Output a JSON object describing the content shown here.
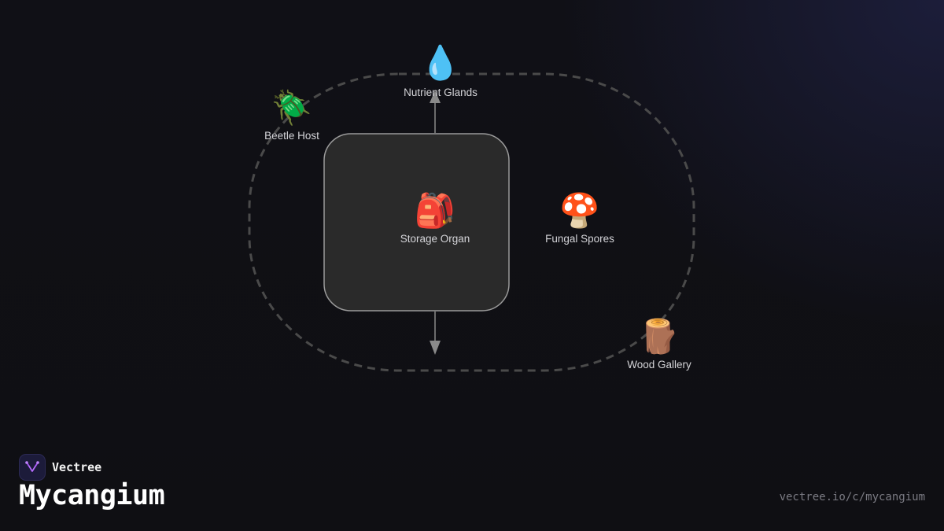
{
  "brand": {
    "name": "Vectree",
    "logo_icon": "vectree-logo-icon"
  },
  "page": {
    "title": "Mycangium",
    "url": "vectree.io/c/mycangium"
  },
  "diagram": {
    "nodes": {
      "nutrient_glands": {
        "label": "Nutrient Glands",
        "icon": "💧",
        "icon_name": "water-drop-icon"
      },
      "beetle_host": {
        "label": "Beetle Host",
        "icon": "🪲",
        "icon_name": "beetle-icon"
      },
      "storage_organ": {
        "label": "Storage Organ",
        "icon": "🎒",
        "icon_name": "backpack-icon"
      },
      "fungal_spores": {
        "label": "Fungal Spores",
        "icon": "🍄",
        "icon_name": "mushroom-icon"
      },
      "wood_gallery": {
        "label": "Wood Gallery",
        "icon": "🪵",
        "icon_name": "wood-log-icon"
      }
    }
  },
  "colors": {
    "background": "#0f0f13",
    "panel": "#2a2a2a",
    "panel_border": "#9a9a9a",
    "dashed_loop": "#4a4a4a",
    "arrow": "#8a8a8a",
    "brand_accent": "#a855f7"
  }
}
